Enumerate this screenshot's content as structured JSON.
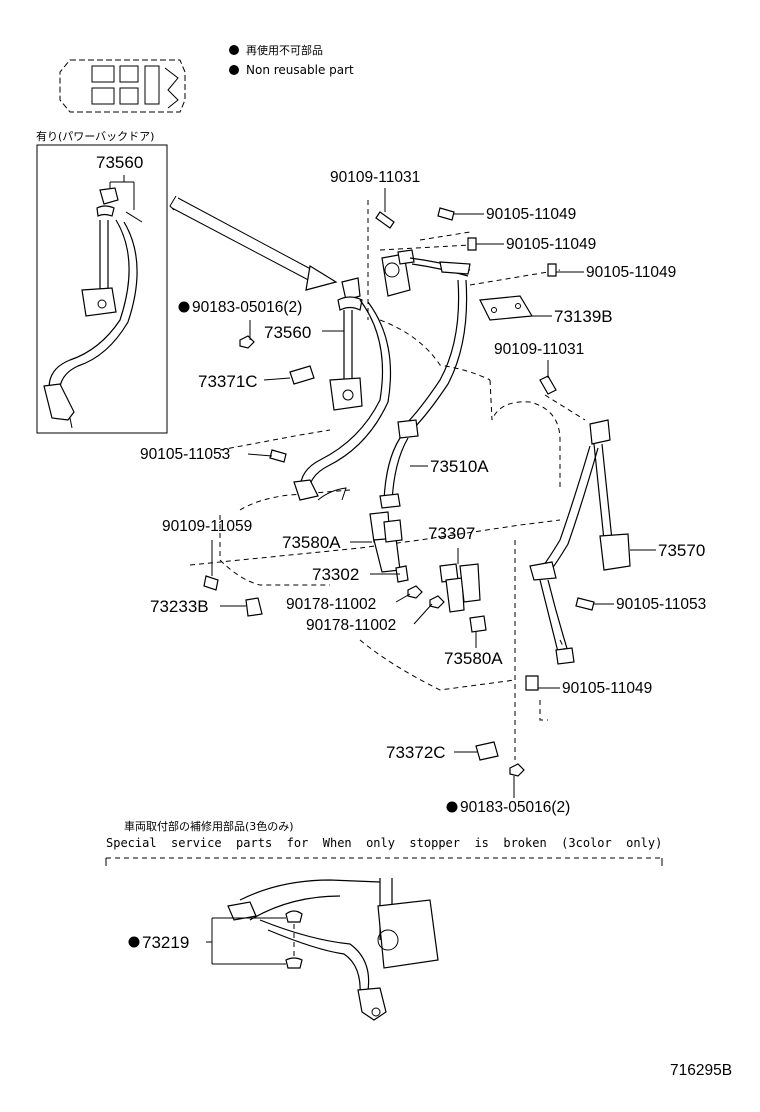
{
  "legend": {
    "jp": "再使用不可部品",
    "en": "Non reusable part"
  },
  "inset": {
    "caption": "有り(パワーバックドア)",
    "part": "73560"
  },
  "labels": {
    "p90109_11031_top": "90109-11031",
    "p90105_11049_a": "90105-11049",
    "p90105_11049_b": "90105-11049",
    "p90105_11049_c": "90105-11049",
    "p73139B": "73139B",
    "p90183_05016_top": "90183-05016(2)",
    "p73560": "73560",
    "p90109_11031_mid": "90109-11031",
    "p73371C": "73371C",
    "p90105_11053_left": "90105-11053",
    "p73510A": "73510A",
    "p90109_11059": "90109-11059",
    "p73580A_left": "73580A",
    "p73307": "73307",
    "p73570": "73570",
    "p73302": "73302",
    "p73233B": "73233B",
    "p90178_11002_a": "90178-11002",
    "p90178_11002_b": "90178-11002",
    "p90105_11053_right": "90105-11053",
    "p73580A_right": "73580A",
    "p90105_11049_d": "90105-11049",
    "p73372C": "73372C",
    "p90183_05016_bottom": "90183-05016(2)"
  },
  "service": {
    "jp": "車両取付部の補修用部品(3色のみ)",
    "en": "Special  service  parts  for  When  only  stopper  is  broken  (3color  only)",
    "part": "73219"
  },
  "figure_number": "716295B"
}
